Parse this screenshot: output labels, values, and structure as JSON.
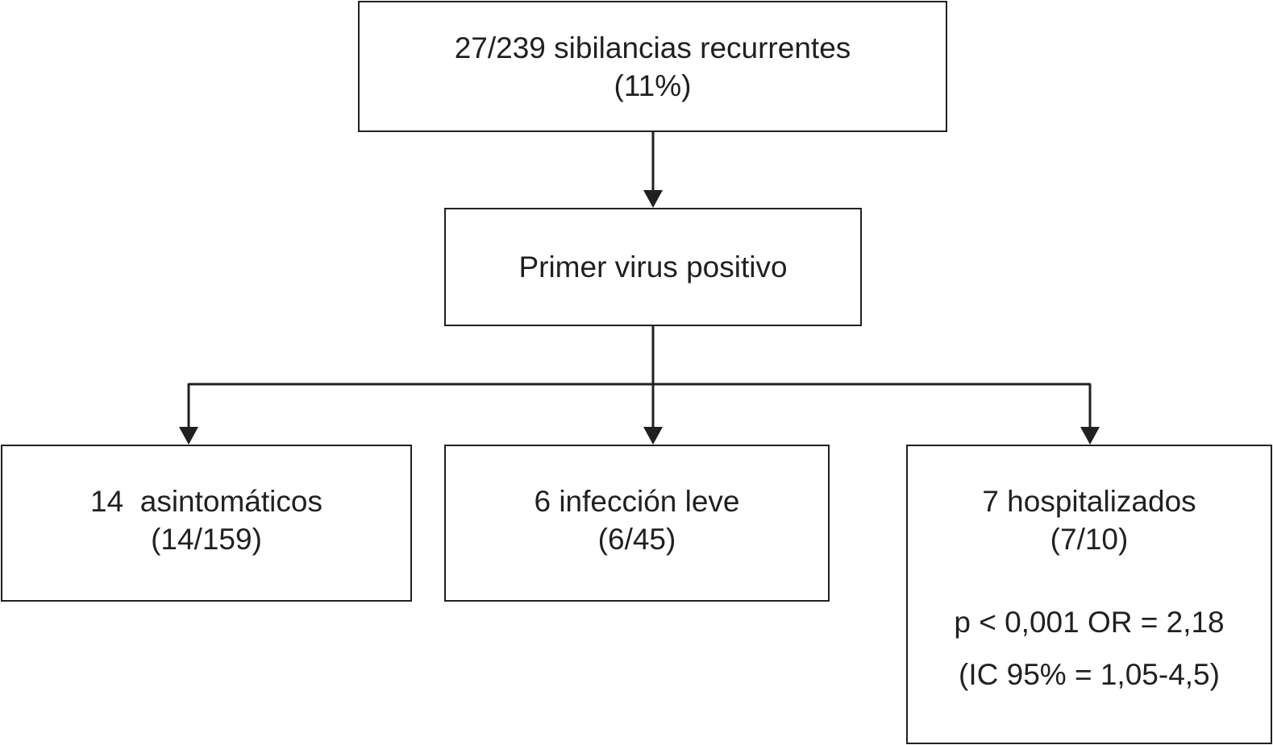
{
  "nodes": {
    "top": {
      "line1": "27/239 sibilancias recurrentes",
      "line2": "(11%)"
    },
    "middle": {
      "line1": "Primer virus positivo"
    },
    "left": {
      "line1": "14  asintomáticos",
      "line2": "(14/159)"
    },
    "center": {
      "line1": "6 infección leve",
      "line2": "(6/45)"
    },
    "right": {
      "line1": "7 hospitalizados",
      "line2": "(7/10)",
      "stat1": "p < 0,001 OR = 2,18",
      "stat2": "(IC 95% = 1,05-4,5)"
    }
  },
  "edges": [
    {
      "from": "top",
      "to": "middle"
    },
    {
      "from": "middle",
      "to": "left"
    },
    {
      "from": "middle",
      "to": "center"
    },
    {
      "from": "middle",
      "to": "right"
    }
  ],
  "colors": {
    "stroke": "#231f20",
    "background": "#ffffff"
  }
}
